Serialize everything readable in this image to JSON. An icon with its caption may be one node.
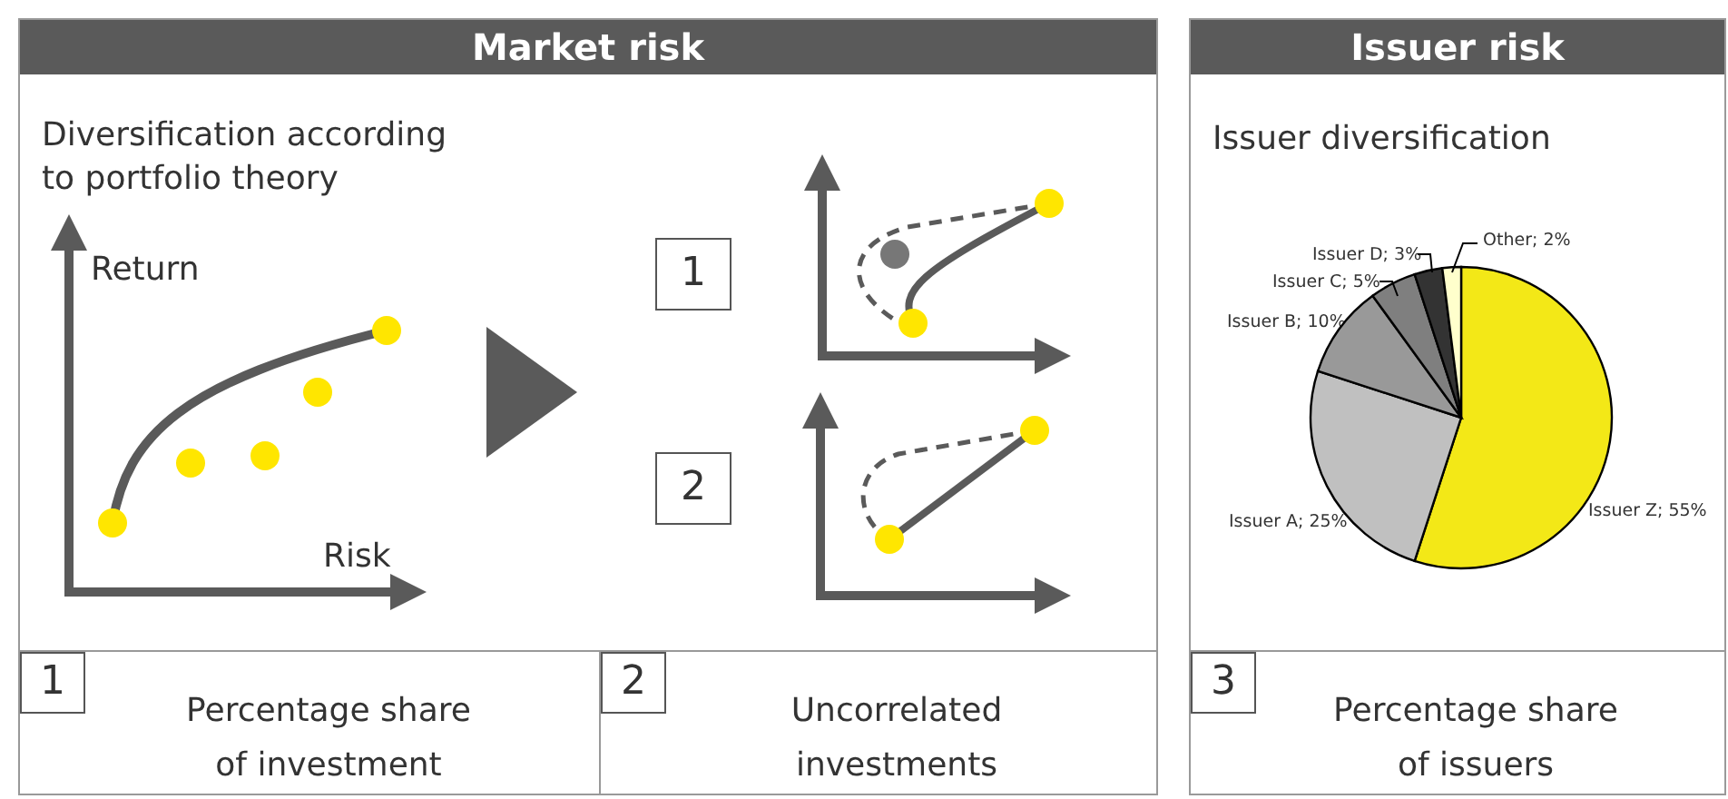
{
  "diagram": {
    "nodes": [
      {
        "text": [
          "Market risk",
          "Diversification according to portfolio theory"
        ]
      },
      {
        "text": [
          "1"
        ],
        "in": 0
      },
      {
        "text": [
          "2"
        ],
        "in": 0
      },
      {
        "text": [
          "1",
          "Percentage share of investment"
        ],
        "in": 0
      },
      {
        "text": [
          "2",
          "Uncorrelated investments"
        ],
        "in": 0
      },
      {
        "text": [
          "Issuer risk",
          "Issuer diversification"
        ]
      },
      {
        "text": [
          "3",
          "Percentage share of issuers"
        ],
        "in": 5
      }
    ],
    "edges": [],
    "labels": [
      "Return",
      "Risk"
    ],
    "chart_data": {
      "type": "pie",
      "values": [
        55,
        25,
        10,
        5,
        3,
        2
      ],
      "value_labels": [
        "Issuer Z; 55%",
        "Issuer A; 25%",
        "Issuer B; 10%",
        "Issuer C; 5%",
        "Issuer D; 3%",
        "Other; 2%"
      ],
      "data_labels": true
    }
  }
}
